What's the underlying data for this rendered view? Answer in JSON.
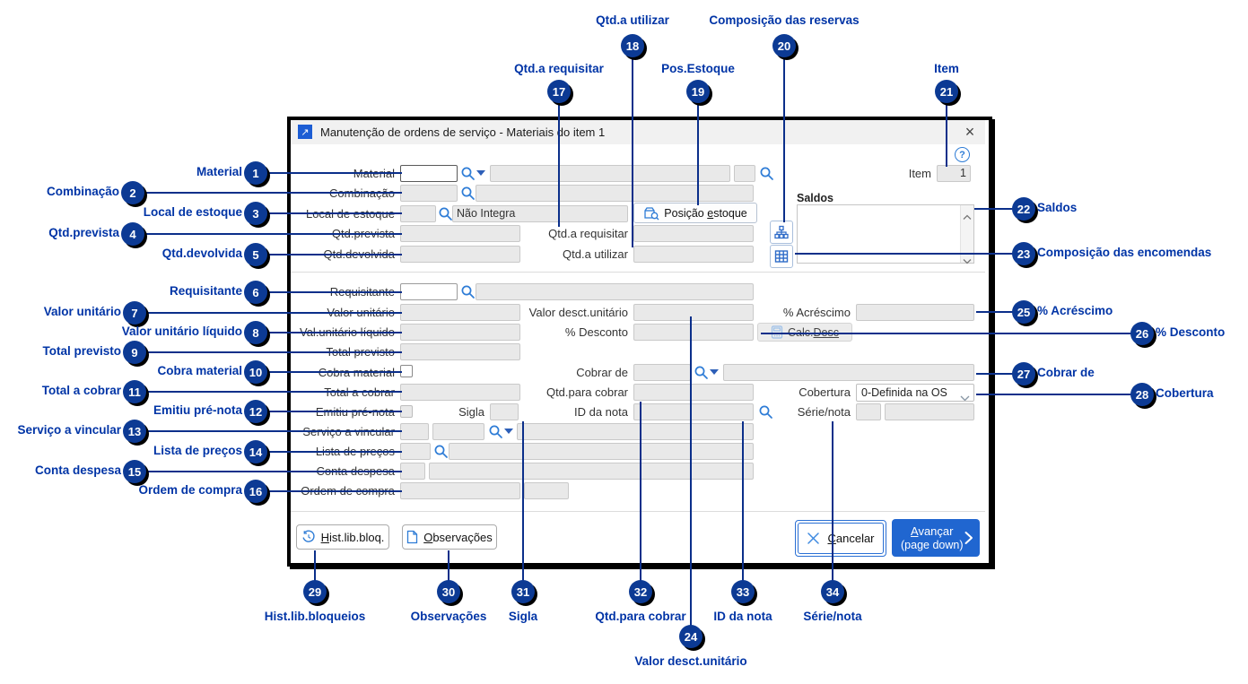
{
  "window": {
    "title": "Manutenção de ordens de serviço - Materiais do item  1",
    "close_icon": "×",
    "help_icon": "?",
    "app_icon": "↗"
  },
  "labels": {
    "material": "Material",
    "combinacao": "Combinação",
    "local_estoque": "Local de estoque",
    "qtd_prevista": "Qtd.prevista",
    "qtd_devolvida": "Qtd.devolvida",
    "qtd_a_requisitar": "Qtd.a requisitar",
    "qtd_a_utilizar": "Qtd.a utilizar",
    "requisitante": "Requisitante",
    "valor_unitario": "Valor unitário",
    "val_unitario_liquido": "Val.unitário líquido",
    "total_previsto": "Total previsto",
    "cobra_material": "Cobra material",
    "total_a_cobrar": "Total a cobrar",
    "emitiu_pre_nota": "Emitiu pré-nota",
    "sigla": "Sigla",
    "servico_a_vincular": "Serviço a vincular",
    "lista_de_precos": "Lista de preços",
    "conta_despesa": "Conta despesa",
    "ordem_de_compra": "Ordem de compra",
    "valor_desct_unitario": "Valor desct.unitário",
    "perc_desconto": "% Desconto",
    "cobrar_de": "Cobrar de",
    "qtd_para_cobrar": "Qtd.para cobrar",
    "id_da_nota": "ID da nota",
    "perc_acrescimo": "% Acréscimo",
    "cobertura": "Cobertura",
    "serie_nota": "Série/nota",
    "item": "Item",
    "saldos": "Saldos"
  },
  "values": {
    "item": "1",
    "local_estoque_desc": "Não Integra",
    "cobertura": "0-Definida na OS"
  },
  "buttons": {
    "posicao_estoque": {
      "pre": "Posição ",
      "ak": "e",
      "post": "stoque"
    },
    "calc_desc": {
      "pre": "Calc.",
      "ak": "Desc"
    },
    "hist": {
      "ak": "H",
      "post": "ist.lib.bloq."
    },
    "obs": {
      "ak": "O",
      "post": "bservações"
    },
    "cancel": {
      "ak": "C",
      "post": "ancelar"
    },
    "next": {
      "ak": "A",
      "post": "vançar",
      "line2": "(page down)"
    }
  },
  "colors": {
    "badge_navy": "#0c3a94",
    "callout_text": "#0034a6",
    "callout_line": "#0b2f8a",
    "accent_blue": "#2e7cd6",
    "primary_button": "#2066d0",
    "field_disabled": "#e9e9e9"
  },
  "callouts": {
    "c1": {
      "n": "1",
      "label": "Material"
    },
    "c2": {
      "n": "2",
      "label": "Combinação"
    },
    "c3": {
      "n": "3",
      "label": "Local de estoque"
    },
    "c4": {
      "n": "4",
      "label": "Qtd.prevista"
    },
    "c5": {
      "n": "5",
      "label": "Qtd.devolvida"
    },
    "c6": {
      "n": "6",
      "label": "Requisitante"
    },
    "c7": {
      "n": "7",
      "label": "Valor unitário"
    },
    "c8": {
      "n": "8",
      "label": "Valor unitário líquido"
    },
    "c9": {
      "n": "9",
      "label": "Total previsto"
    },
    "c10": {
      "n": "10",
      "label": "Cobra material"
    },
    "c11": {
      "n": "11",
      "label": "Total a cobrar"
    },
    "c12": {
      "n": "12",
      "label": "Emitiu pré-nota"
    },
    "c13": {
      "n": "13",
      "label": "Serviço a vincular"
    },
    "c14": {
      "n": "14",
      "label": "Lista de preços"
    },
    "c15": {
      "n": "15",
      "label": "Conta despesa"
    },
    "c16": {
      "n": "16",
      "label": "Ordem de compra"
    },
    "c17": {
      "n": "17",
      "label": "Qtd.a requisitar"
    },
    "c18": {
      "n": "18",
      "label": "Qtd.a utilizar"
    },
    "c19": {
      "n": "19",
      "label": "Pos.Estoque"
    },
    "c20": {
      "n": "20",
      "label": "Composição das reservas"
    },
    "c21": {
      "n": "21",
      "label": "Item"
    },
    "c22": {
      "n": "22",
      "label": "Saldos"
    },
    "c23": {
      "n": "23",
      "label": "Composição das encomendas"
    },
    "c24": {
      "n": "24",
      "label": "Valor desct.unitário"
    },
    "c25": {
      "n": "25",
      "label": "% Acréscimo"
    },
    "c26": {
      "n": "26",
      "label": "% Desconto"
    },
    "c27": {
      "n": "27",
      "label": "Cobrar de"
    },
    "c28": {
      "n": "28",
      "label": "Cobertura"
    },
    "c29": {
      "n": "29",
      "label": "Hist.lib.bloqueios"
    },
    "c30": {
      "n": "30",
      "label": "Observações"
    },
    "c31": {
      "n": "31",
      "label": "Sigla"
    },
    "c32": {
      "n": "32",
      "label": "Qtd.para cobrar"
    },
    "c33": {
      "n": "33",
      "label": "ID da nota"
    },
    "c34": {
      "n": "34",
      "label": "Série/nota"
    }
  }
}
